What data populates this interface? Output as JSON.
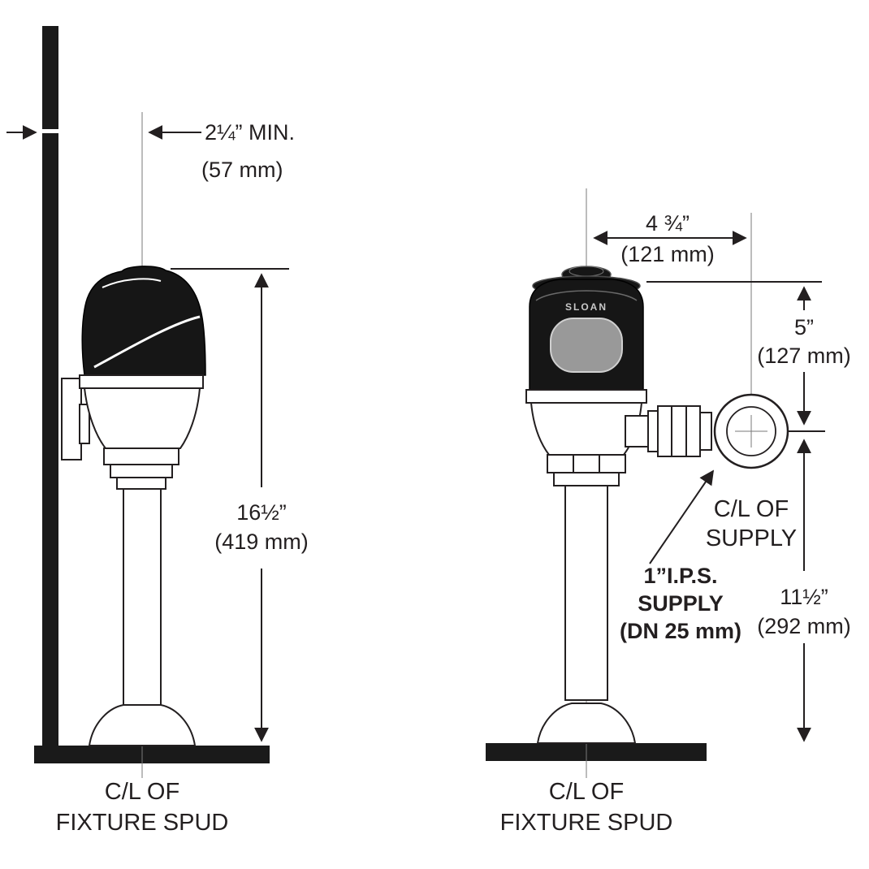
{
  "left_view": {
    "dim_offset": {
      "line1": "2¼” MIN.",
      "line2": "(57 mm)"
    },
    "dim_height": {
      "line1": "16½”",
      "line2": "(419 mm)"
    },
    "label_spud": {
      "line1": "C/L OF",
      "line2": "FIXTURE SPUD"
    }
  },
  "right_view": {
    "dim_width": {
      "line1": "4 ¾”",
      "line2": "(121 mm)"
    },
    "dim_supply_top": {
      "line1": "5”",
      "line2": "(127 mm)"
    },
    "dim_supply_bottom": {
      "line1": "11½”",
      "line2": "(292 mm)"
    },
    "label_supply_cl": {
      "line1": "C/L OF",
      "line2": "SUPPLY"
    },
    "label_ips": {
      "line1": "1”I.P.S.",
      "line2": "SUPPLY",
      "line3": "(DN 25 mm)"
    },
    "label_spud": {
      "line1": "C/L OF",
      "line2": "FIXTURE SPUD"
    },
    "brand": "SLOAN"
  },
  "colors": {
    "line": "#231f20",
    "valve_dark": "#161616",
    "sensor_gray": "#999999",
    "background": "#ffffff"
  }
}
